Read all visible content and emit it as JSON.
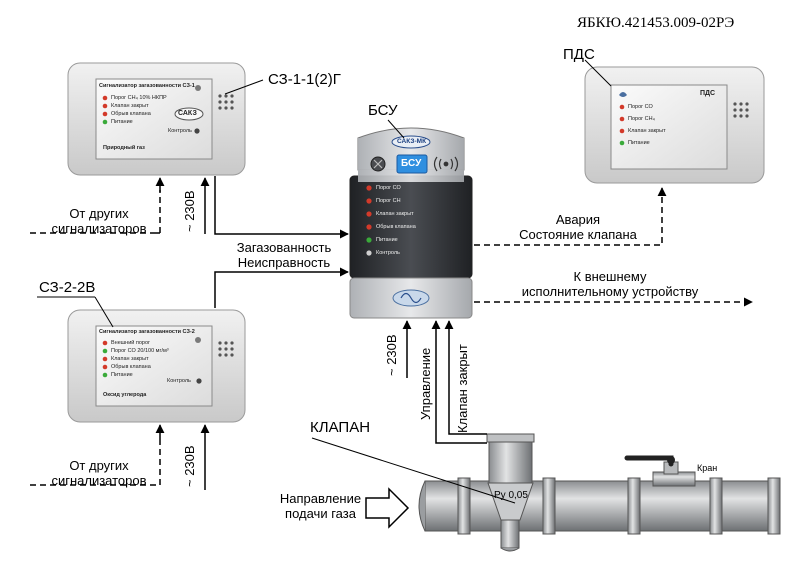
{
  "doc_code": "ЯБКЮ.421453.009-02РЭ",
  "labels": {
    "sz1": "СЗ-1-1(2)Г",
    "sz2": "СЗ-2-2В",
    "bsu": "БСУ",
    "pds": "ПДС",
    "klapan": "КЛАПАН",
    "kran": "Кран",
    "ru": "Ру 0,05",
    "from_other_1a": "От других",
    "from_other_1b": "сигнализаторов",
    "from_other_2a": "От других",
    "from_other_2b": "сигнализаторов",
    "v230_1": "~ 230В",
    "v230_2": "~ 230В",
    "v230_3": "~ 230В",
    "gas_a": "Загазованность",
    "gas_b": "Неисправность",
    "alarm_a": "Авария",
    "alarm_b": "Состояние клапана",
    "ext_a": "К внешнему",
    "ext_b": "исполнительному устройству",
    "control": "Управление",
    "valve_closed": "Клапан  закрыт",
    "flow_a": "Направление",
    "flow_b": "подачи газа"
  },
  "device_sz1": {
    "title": "Сигнализатор загазованности СЗ-1",
    "items": [
      "Порог СН₄ 10% НКПР",
      "Клапан закрыт",
      "Обрыв клапана",
      "Питание"
    ],
    "logo": "САКЗ",
    "button": "Контроль",
    "footer": "Природный газ"
  },
  "device_sz2": {
    "title": "Сигнализатор загазованности СЗ-2",
    "items": [
      "Внешний порог",
      "Порог СО 20/100 мг/м³",
      "Клапан закрыт",
      "Обрыв клапана",
      "Питание"
    ],
    "button": "Контроль",
    "footer": "Оксид углерода"
  },
  "device_bsu": {
    "logo": "САКЗ-МК",
    "screen": "БСУ",
    "items": [
      "Порог СО",
      "Порог СН",
      "Клапан закрыт",
      "Обрыв клапана",
      "Питание",
      "Контроль"
    ]
  },
  "device_pds": {
    "title": "ПДС",
    "items": [
      "Порог СО",
      "Порог СН₄",
      "Клапан закрыт",
      "Питание"
    ]
  },
  "colors": {
    "led_red": "#d33a2a",
    "led_green": "#3aaa3a",
    "screen_blue": "#2f8fe0",
    "panel_dark": "#2e3034"
  }
}
